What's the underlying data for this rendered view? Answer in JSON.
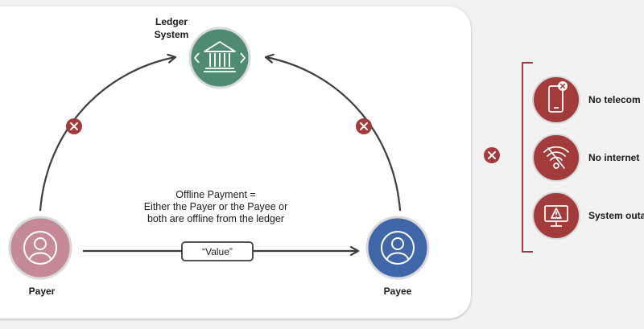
{
  "nodes": {
    "ledger": {
      "label_line1": "Ledger",
      "label_line2": "System",
      "color": "#4f8b72"
    },
    "payer": {
      "label": "Payer",
      "color": "#c58a95"
    },
    "payee": {
      "label": "Payee",
      "color": "#3e66a8"
    }
  },
  "caption": {
    "line1": "Offline Payment =",
    "line2": "Either the Payer or the Payee or",
    "line3": "both are offline from the ledger"
  },
  "value_tag": "“Value”",
  "reasons": {
    "items": [
      {
        "label": "No telecom",
        "icon": "phone-off-icon"
      },
      {
        "label": "No internet",
        "icon": "wifi-off-icon"
      },
      {
        "label": "System outa",
        "icon": "monitor-warning-icon"
      }
    ]
  },
  "colors": {
    "error_red": "#a33b3b",
    "arrow": "#3d3d3d",
    "bracket": "#a33b3b"
  }
}
